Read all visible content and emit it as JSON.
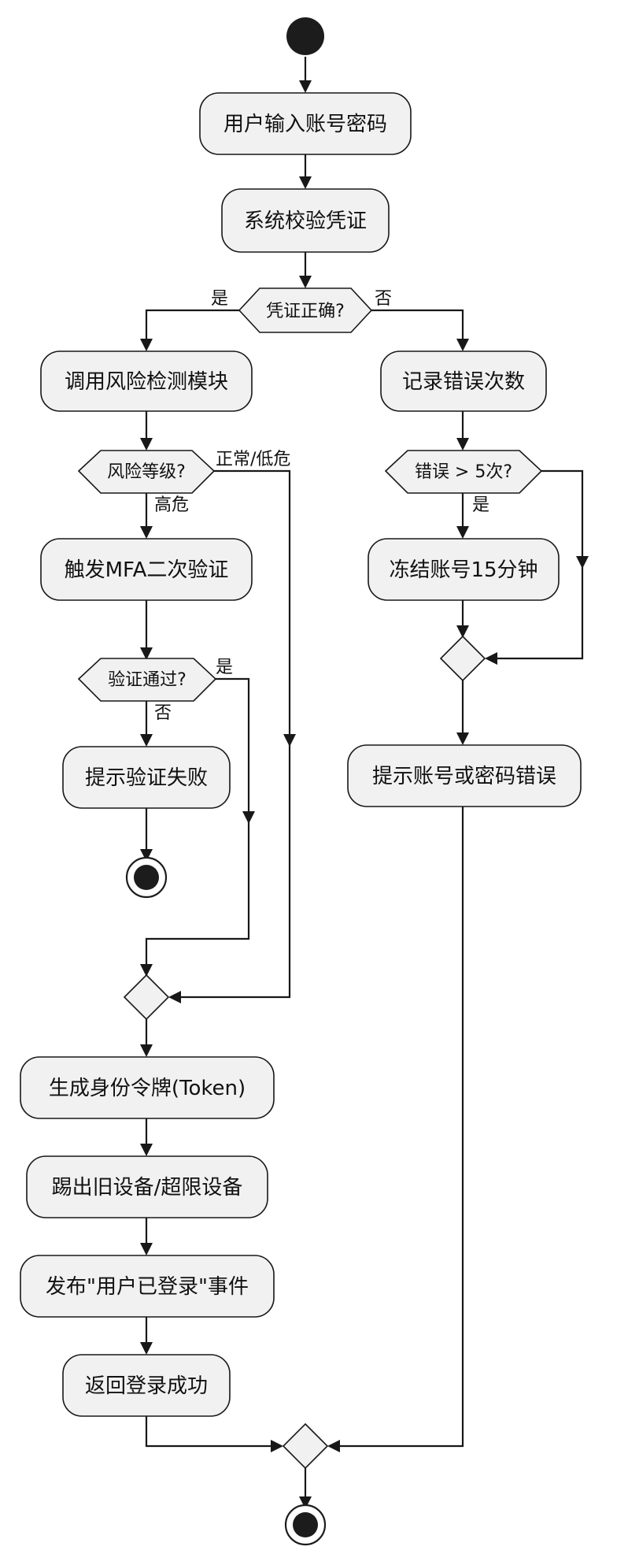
{
  "flow": {
    "action_input": "用户输入账号密码",
    "action_verify": "系统校验凭证",
    "decision_credential": "凭证正确?",
    "label_yes_cred": "是",
    "label_no_cred": "否",
    "action_risk": "调用风险检测模块",
    "decision_risk": "风险等级?",
    "label_risk_normal": "正常/低危",
    "label_risk_high": "高危",
    "action_mfa": "触发MFA二次验证",
    "decision_mfa": "验证通过?",
    "label_mfa_yes": "是",
    "label_mfa_no": "否",
    "action_mfa_fail": "提示验证失败",
    "action_record": "记录错误次数",
    "decision_errors": "错误 > 5次?",
    "label_errors_yes": "是",
    "action_freeze": "冻结账号15分钟",
    "action_error_msg": "提示账号或密码错误",
    "action_token": "生成身份令牌(Token)",
    "action_kick": "踢出旧设备/超限设备",
    "action_publish": "发布\"用户已登录\"事件",
    "action_return": "返回登录成功"
  }
}
